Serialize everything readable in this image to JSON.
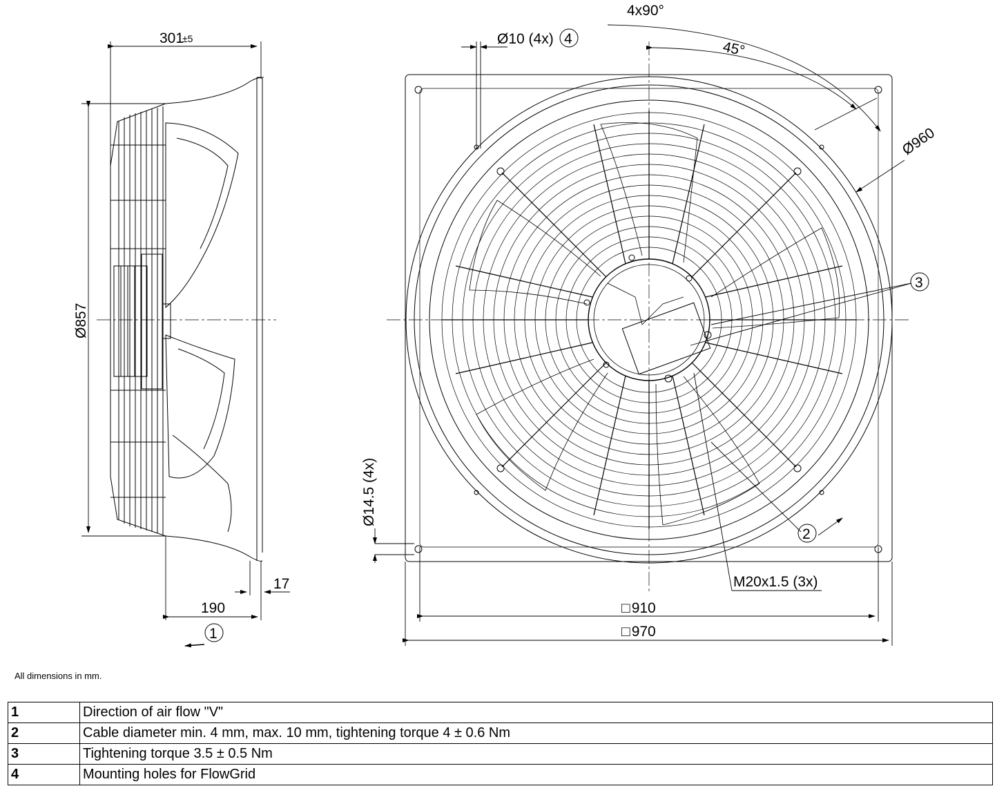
{
  "dims": {
    "width_301": "301",
    "width_301_tol": "±5",
    "dia_857": "Ø857",
    "depth_190": "190",
    "depth_17": "17",
    "holes_10": "Ø10 (4x)",
    "holes_14": "Ø14.5 (4x)",
    "angle_4x90": "4x90°",
    "angle_45": "45°",
    "dia_960": "Ø960",
    "square_910": "910",
    "square_970": "970",
    "thread": "M20x1.5 (3x)"
  },
  "callouts": [
    "1",
    "2",
    "3",
    "4"
  ],
  "note": "All dimensions in mm.",
  "legend": [
    {
      "num": "1",
      "text": "Direction of air flow \"V\""
    },
    {
      "num": "2",
      "text": "Cable diameter min. 4 mm, max. 10 mm, tightening torque 4 ± 0.6 Nm"
    },
    {
      "num": "3",
      "text": "Tightening torque 3.5 ± 0.5 Nm"
    },
    {
      "num": "4",
      "text": "Mounting holes for FlowGrid"
    }
  ]
}
